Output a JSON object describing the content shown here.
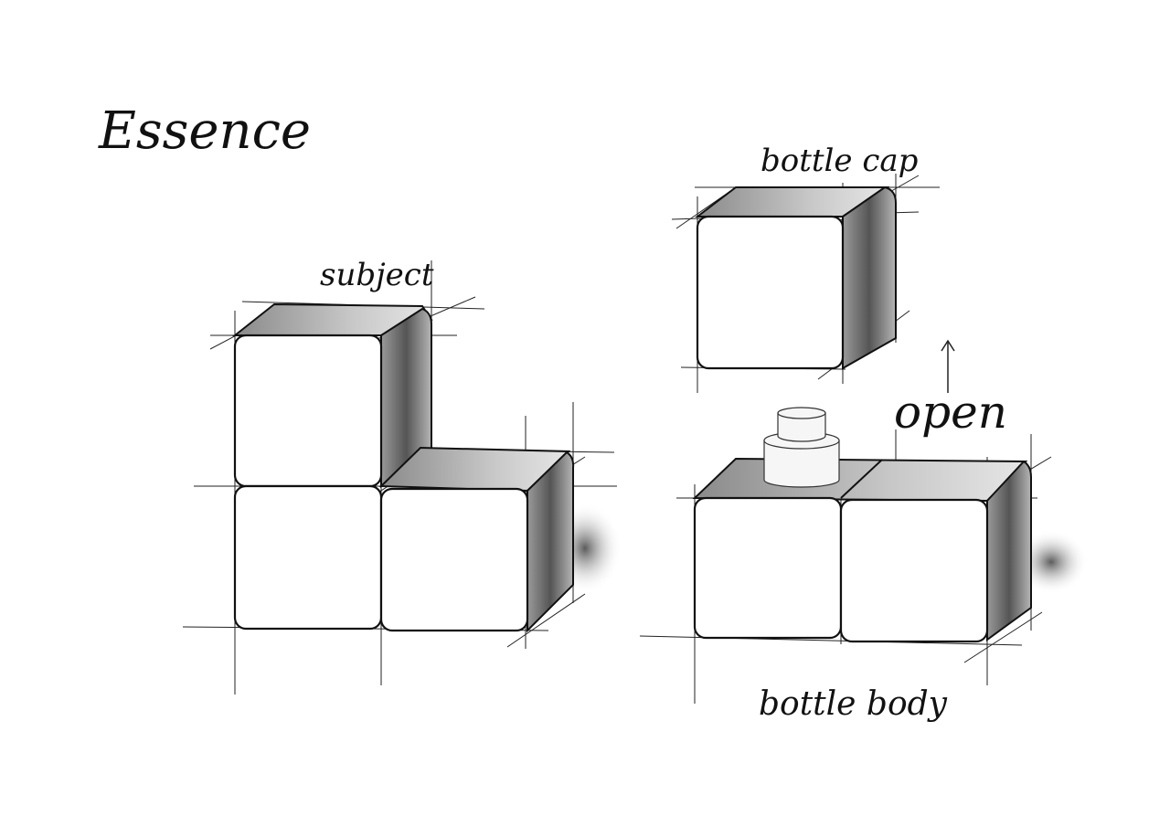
{
  "title": "Essence",
  "labels": {
    "subject": "subject",
    "bottle_cap": "bottle cap",
    "open": "open",
    "bottle_body": "bottle body"
  },
  "colors": {
    "ink": "#111111",
    "shade_dark": "#6e6e6e",
    "shade_light": "#cfcfcf"
  }
}
